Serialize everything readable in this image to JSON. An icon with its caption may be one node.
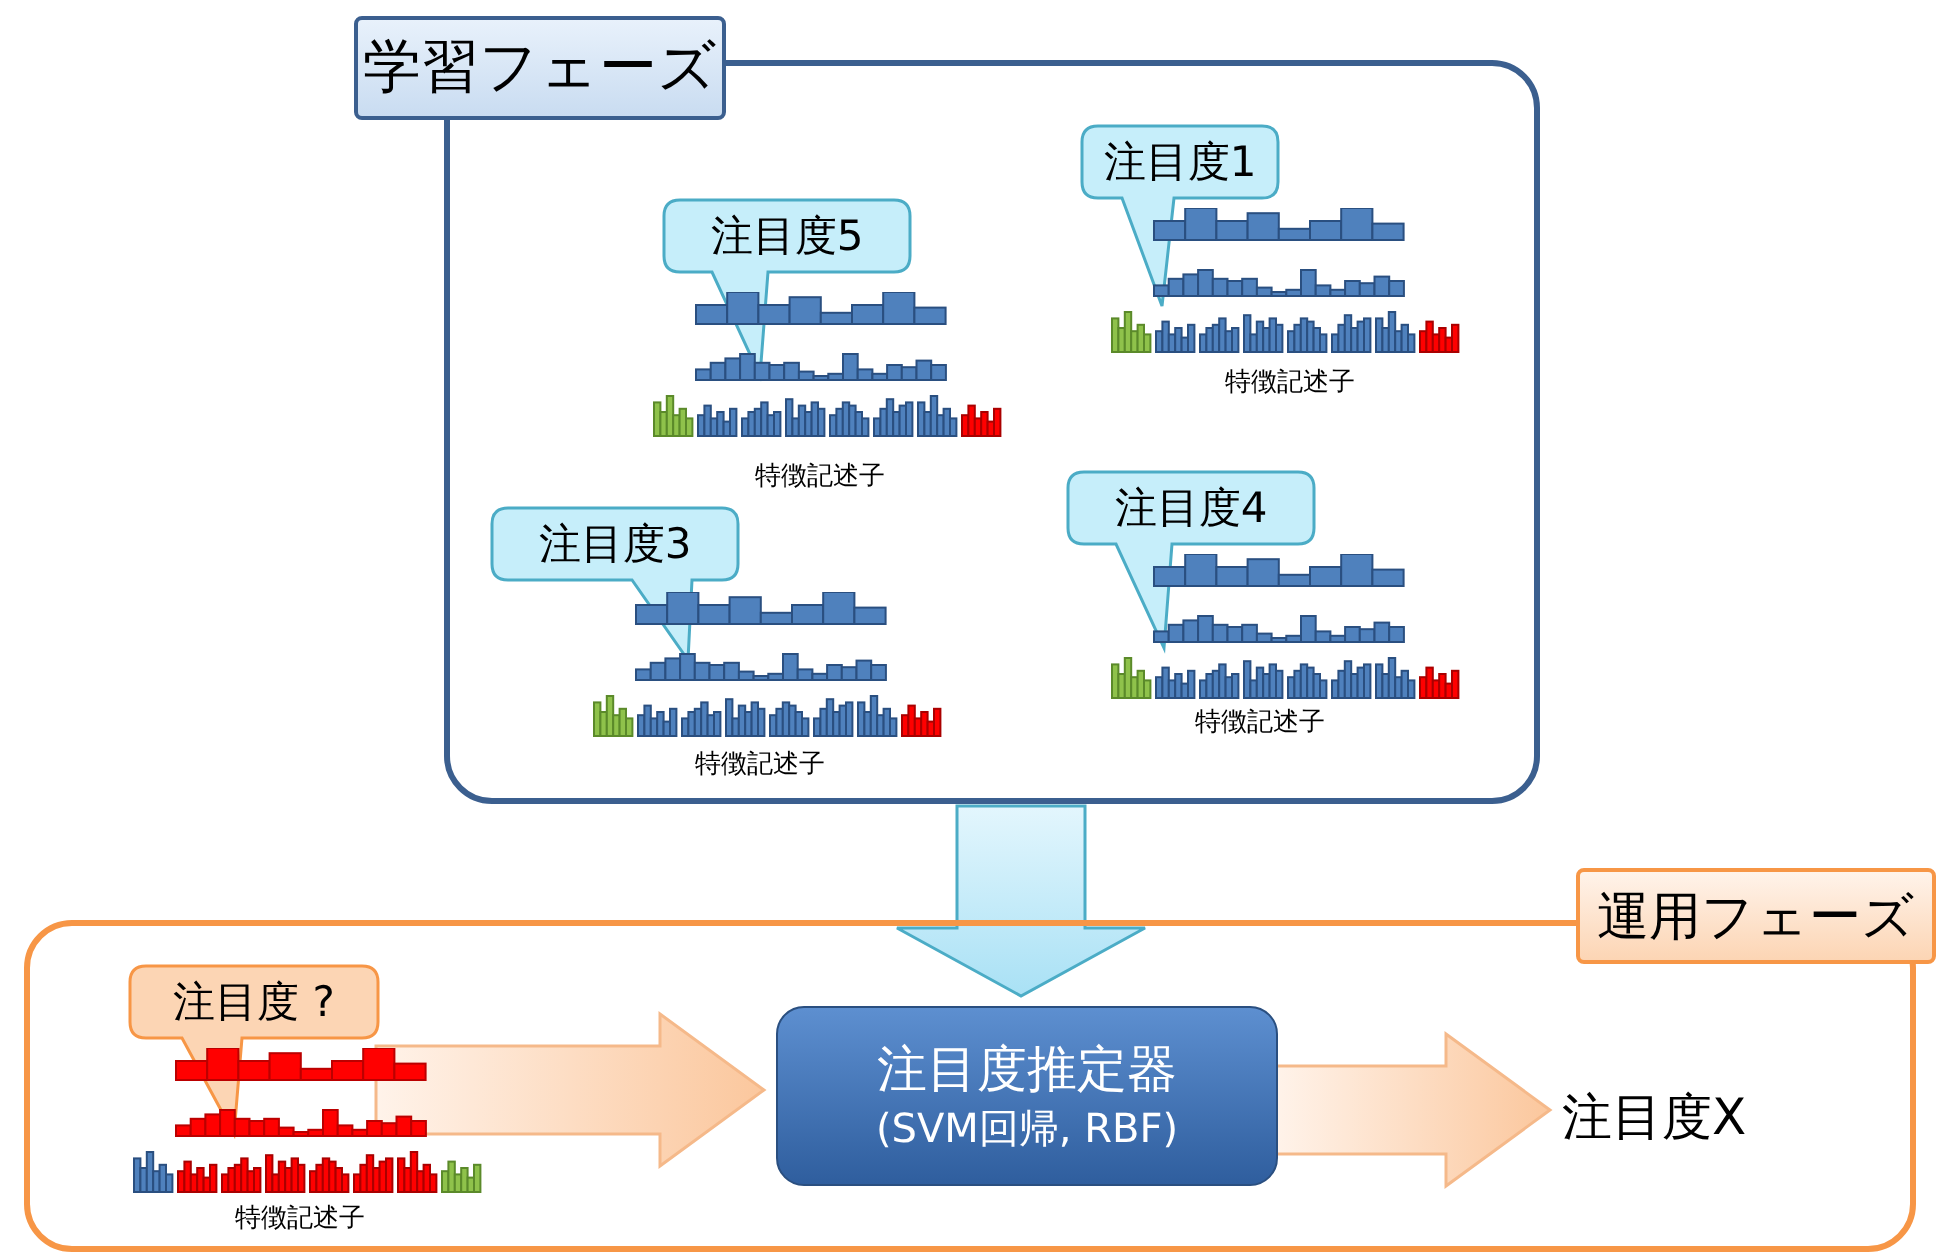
{
  "diagram": {
    "nodes": [
      {
        "text": [
          "学習フェーズ"
        ]
      },
      {
        "text": [
          "注目度1"
        ],
        "in": 0
      },
      {
        "text": [
          "注目度5"
        ],
        "in": 0
      },
      {
        "text": [
          "注目度4"
        ],
        "in": 0
      },
      {
        "text": [
          "注目度3"
        ],
        "in": 0
      },
      {
        "text": [
          "運用フェーズ"
        ]
      },
      {
        "text": [
          "注目度 ?"
        ],
        "in": 5
      },
      {
        "text": [
          "注目度推定器",
          "(SVM回帰, RBF)"
        ],
        "in": 5
      },
      {
        "text": [
          "注目度X"
        ],
        "in": 5
      }
    ],
    "edges": [
      {
        "from": 0,
        "to": 7,
        "arrow": "to"
      },
      {
        "from": 6,
        "to": 7,
        "arrow": "to"
      },
      {
        "from": 7,
        "to": 8,
        "arrow": "to"
      }
    ],
    "labels": [
      "特徴記述子",
      "特徴記述子",
      "特徴記述子",
      "特徴記述子",
      "特徴記述子"
    ]
  }
}
